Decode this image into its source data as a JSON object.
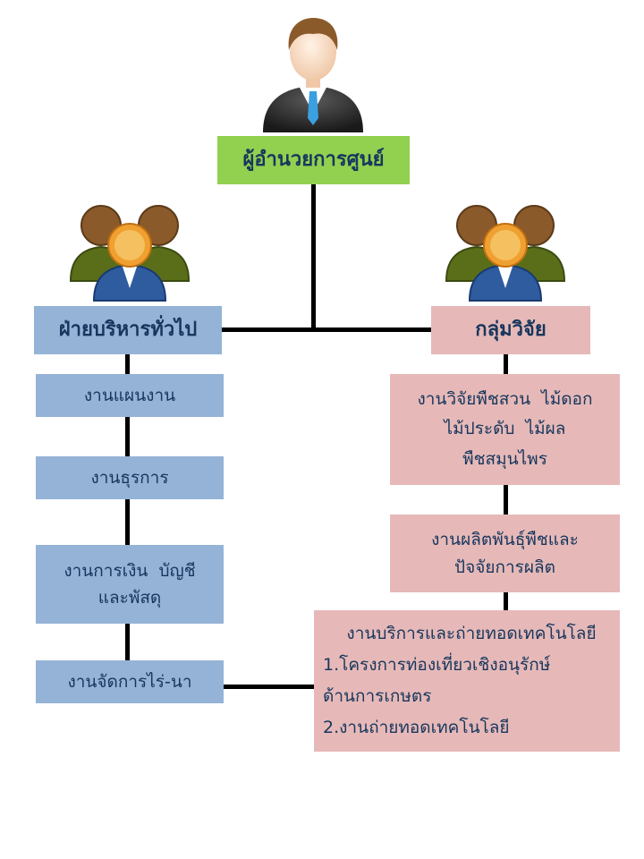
{
  "director": {
    "label": "ผู้อำนวยการศูนย์",
    "icon": "businessman-icon"
  },
  "admin": {
    "label": "ฝ่ายบริหารทั่วไป",
    "icon": "user-group-icon",
    "items": [
      {
        "lines": [
          "งานแผนงาน"
        ]
      },
      {
        "lines": [
          "งานธุรการ"
        ]
      },
      {
        "lines": [
          "งานการเงิน  บัญชี",
          "และพัสดุ"
        ]
      },
      {
        "lines": [
          "งานจัดการไร่-นา"
        ]
      }
    ]
  },
  "research": {
    "label": "กลุ่มวิจัย",
    "icon": "user-group-icon",
    "items": [
      {
        "lines": [
          "งานวิจัยพืชสวน  ไม้ดอก",
          "ไม้ประดับ  ไม้ผล",
          "พืชสมุนไพร"
        ]
      },
      {
        "lines": [
          "งานผลิตพันธุ์พืชและ",
          "ปัจจัยการผลิต"
        ]
      },
      {
        "lines": [
          "งานบริการและถ่ายทอดเทคโนโลยี",
          "1.โครงการท่องเที่ยวเชิงอนุรักษ์",
          "ด้านการเกษตร",
          "2.งานถ่ายทอดเทคโนโลยี"
        ]
      }
    ]
  },
  "colors": {
    "director": "#92d050",
    "admin": "#95b3d7",
    "research": "#e6b9b8",
    "connector": "#000000"
  }
}
